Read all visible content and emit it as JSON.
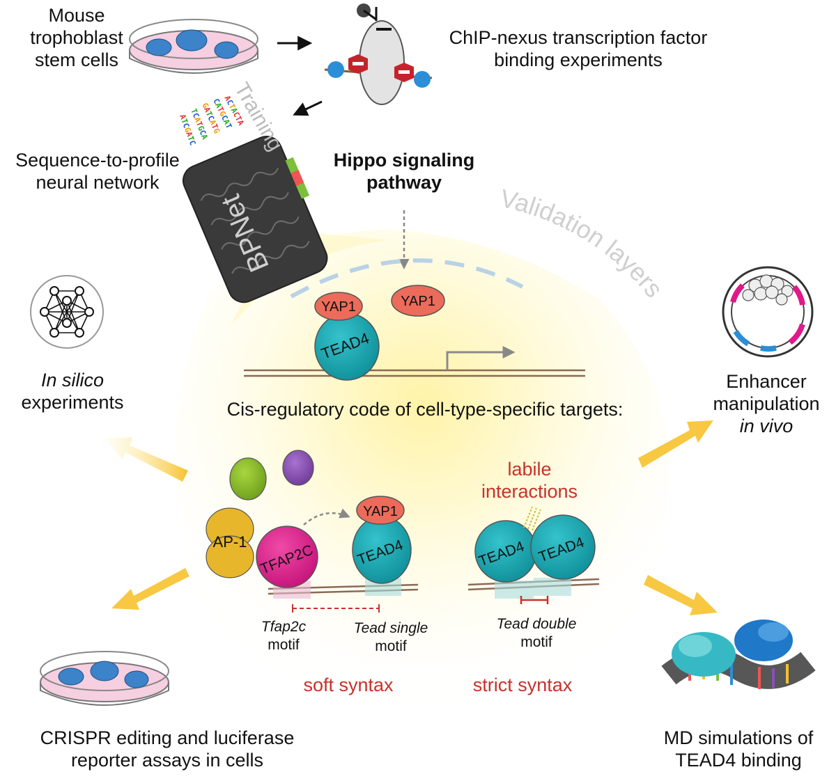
{
  "top": {
    "cells_label": "Mouse\ntrophoblast\nstem cells",
    "chip_label": "ChIP-nexus transcription factor\nbinding experiments",
    "training_label": "Training",
    "sequence_letters": "ATCGATCATGCA"
  },
  "network": {
    "label": "Sequence-to-profile\nneural network",
    "bpnet_label": "BPNet"
  },
  "hippo": {
    "label": "Hippo signaling\npathway"
  },
  "validation_label": "Validation layers",
  "nucleus": {
    "yap1_bound": "YAP1",
    "yap1_free": "YAP1",
    "tead4": "TEAD4",
    "cis_label": "Cis-regulatory code of cell-type-specific targets:"
  },
  "soft": {
    "ap1": "AP-1",
    "tfap2c": "TFAP2C",
    "yap1": "YAP1",
    "tead4": "TEAD4",
    "tfap2c_motif_italic": "Tfap2c",
    "tfap2c_motif_word": "motif",
    "tead_single_italic": "Tead single",
    "tead_single_word": "motif",
    "syntax": "soft syntax"
  },
  "strict": {
    "labile": "labile\ninteractions",
    "tead4_left": "TEAD4",
    "tead4_right": "TEAD4",
    "tead_double_italic": "Tead double",
    "tead_double_word": "motif",
    "syntax": "strict syntax"
  },
  "outputs": {
    "insilico_italic": "In silico",
    "insilico_word": "experiments",
    "enhancer_line1": "Enhancer",
    "enhancer_line2": "manipulation",
    "enhancer_italic": "in vivo",
    "crispr": "CRISPR editing and luciferase\nreporter assays in cells",
    "md": "MD simulations of\nTEAD4 binding"
  },
  "colors": {
    "glow": "#fff3a8",
    "tead4": "#1aa6b0",
    "yap1": "#ec6b5a",
    "tfap2c": "#e0198a",
    "ap1": "#e7b62a",
    "green_factor": "#8cbf2a",
    "purple_factor": "#8b4fb5",
    "text_red": "#c8312b",
    "arrow_yellow": "#f7c22e",
    "dish_pink": "#f6cfe0",
    "cell_blue": "#3c83c9"
  }
}
